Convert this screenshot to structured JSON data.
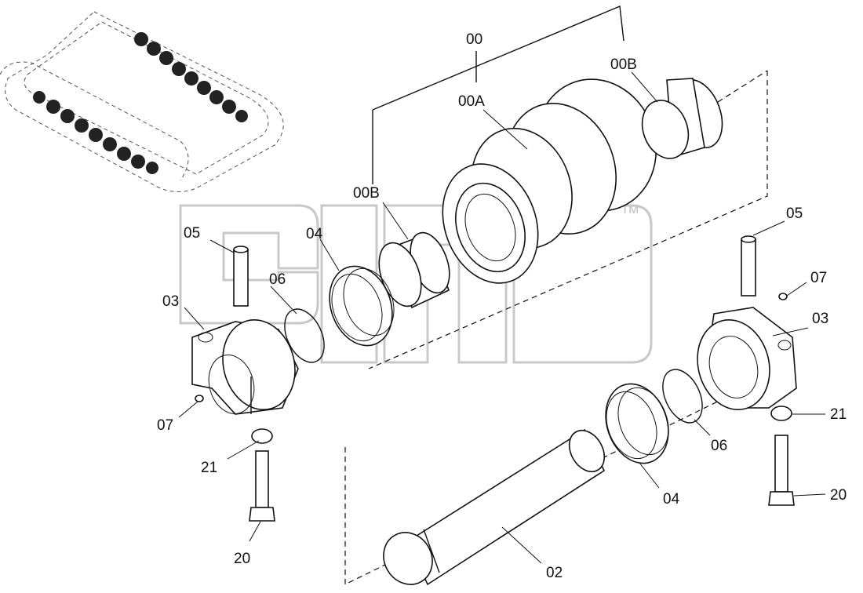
{
  "diagram": {
    "labels": {
      "assy": "00",
      "roller_body": "00A",
      "bushing_top": "00B",
      "bushing_left": "00B",
      "pin_left": "05",
      "pin_right": "05",
      "seal_left": "04",
      "seal_right": "04",
      "oring_left": "06",
      "oring_right": "06",
      "collar_left": "03",
      "collar_right": "03",
      "plug_left": "07",
      "plug_right": "07",
      "washer_left": "21",
      "washer_right": "21",
      "bolt_left": "20",
      "bolt_right": "20",
      "shaft": "02"
    },
    "watermark_glyph": "™"
  }
}
